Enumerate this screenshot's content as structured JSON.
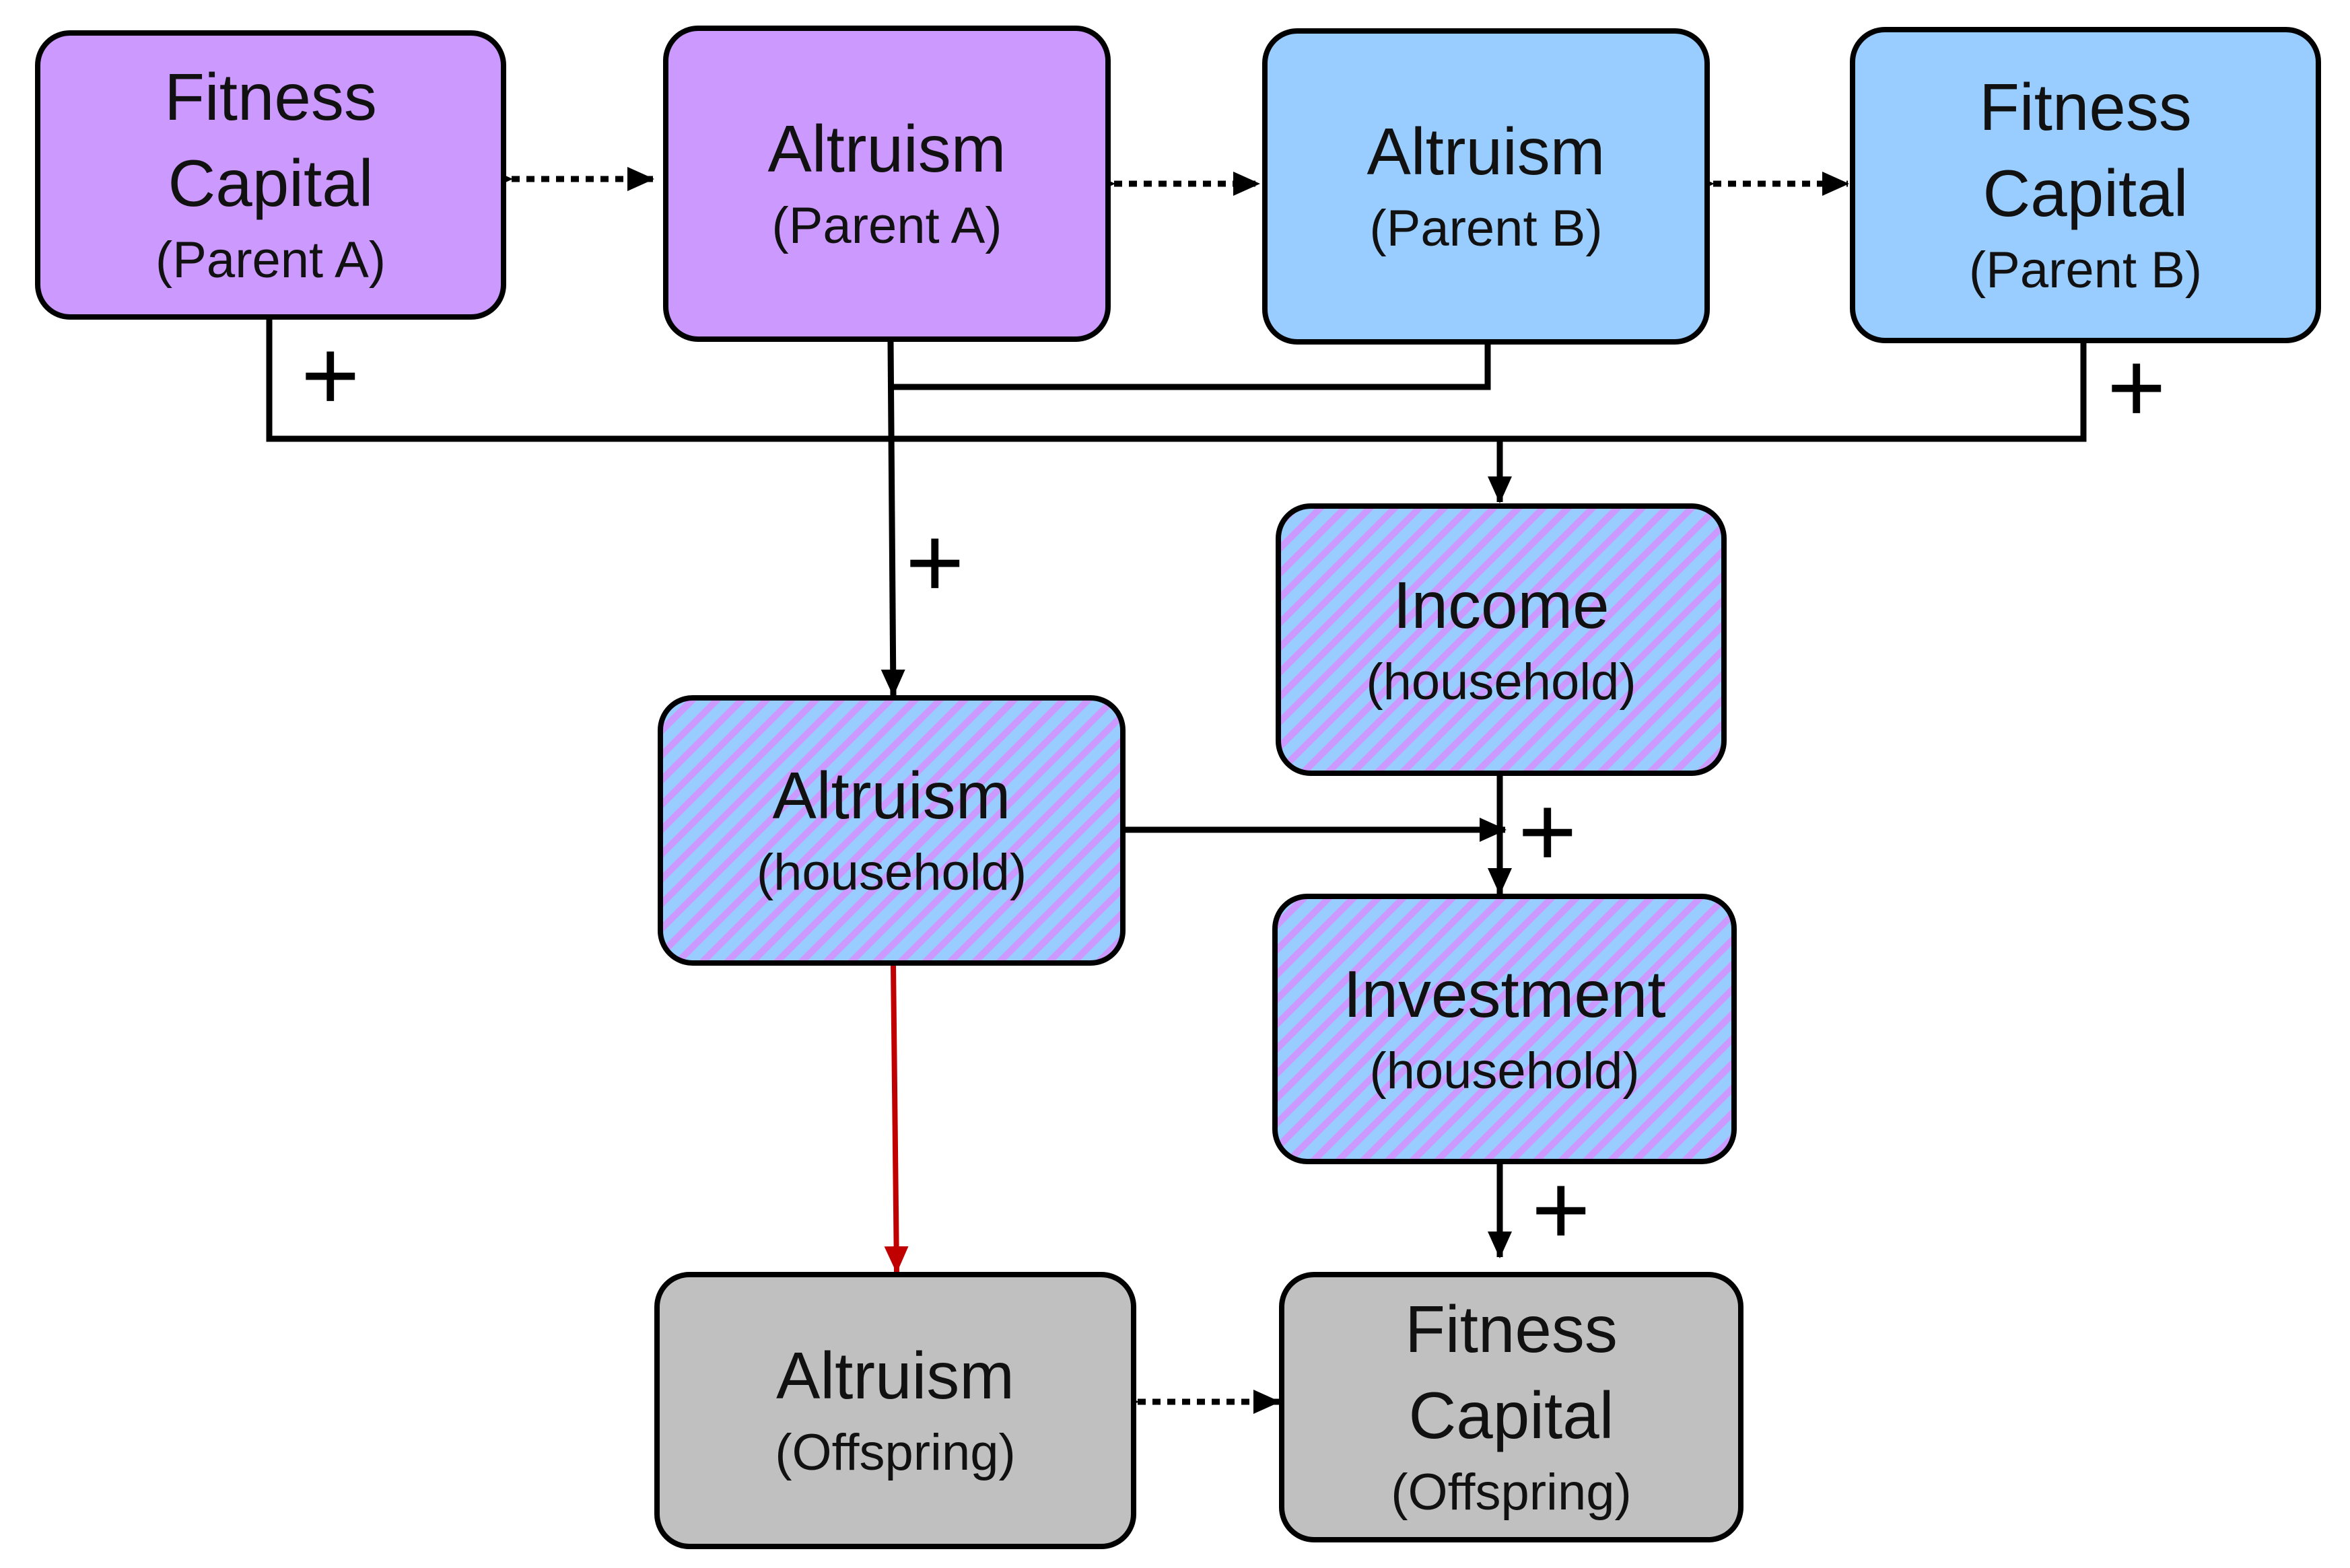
{
  "nodes": {
    "fitness_capital_parent_a": {
      "title": "Fitness Capital",
      "subtitle": "(Parent A)",
      "color": "#cc99ff"
    },
    "altruism_parent_a": {
      "title": "Altruism",
      "subtitle": "(Parent A)",
      "color": "#cc99ff"
    },
    "altruism_parent_b": {
      "title": "Altruism",
      "subtitle": "(Parent B)",
      "color": "#99ccff"
    },
    "fitness_capital_parent_b": {
      "title": "Fitness Capital",
      "subtitle": "(Parent B)",
      "color": "#99ccff"
    },
    "income_household": {
      "title": "Income",
      "subtitle": "(household)",
      "color": "hatched #99ccff/#cc99ff"
    },
    "altruism_household": {
      "title": "Altruism",
      "subtitle": "(household)",
      "color": "hatched #99ccff/#cc99ff"
    },
    "investment_household": {
      "title": "Investment",
      "subtitle": "(household)",
      "color": "hatched #99ccff/#cc99ff"
    },
    "altruism_offspring": {
      "title": "Altruism",
      "subtitle": "(Offspring)",
      "color": "#c0c0c0"
    },
    "fitness_capital_offspring": {
      "title": "Fitness Capital",
      "subtitle": "(Offspring)",
      "color": "#c0c0c0"
    }
  },
  "signs": {
    "fitness_a_to_income": "+",
    "fitness_b_to_income": "+",
    "parents_to_altruism_household": "+",
    "to_investment": "+",
    "investment_to_offspring_fitness": "+"
  },
  "colors": {
    "arrow": "#000000",
    "highlight_arrow": "#c00000"
  }
}
